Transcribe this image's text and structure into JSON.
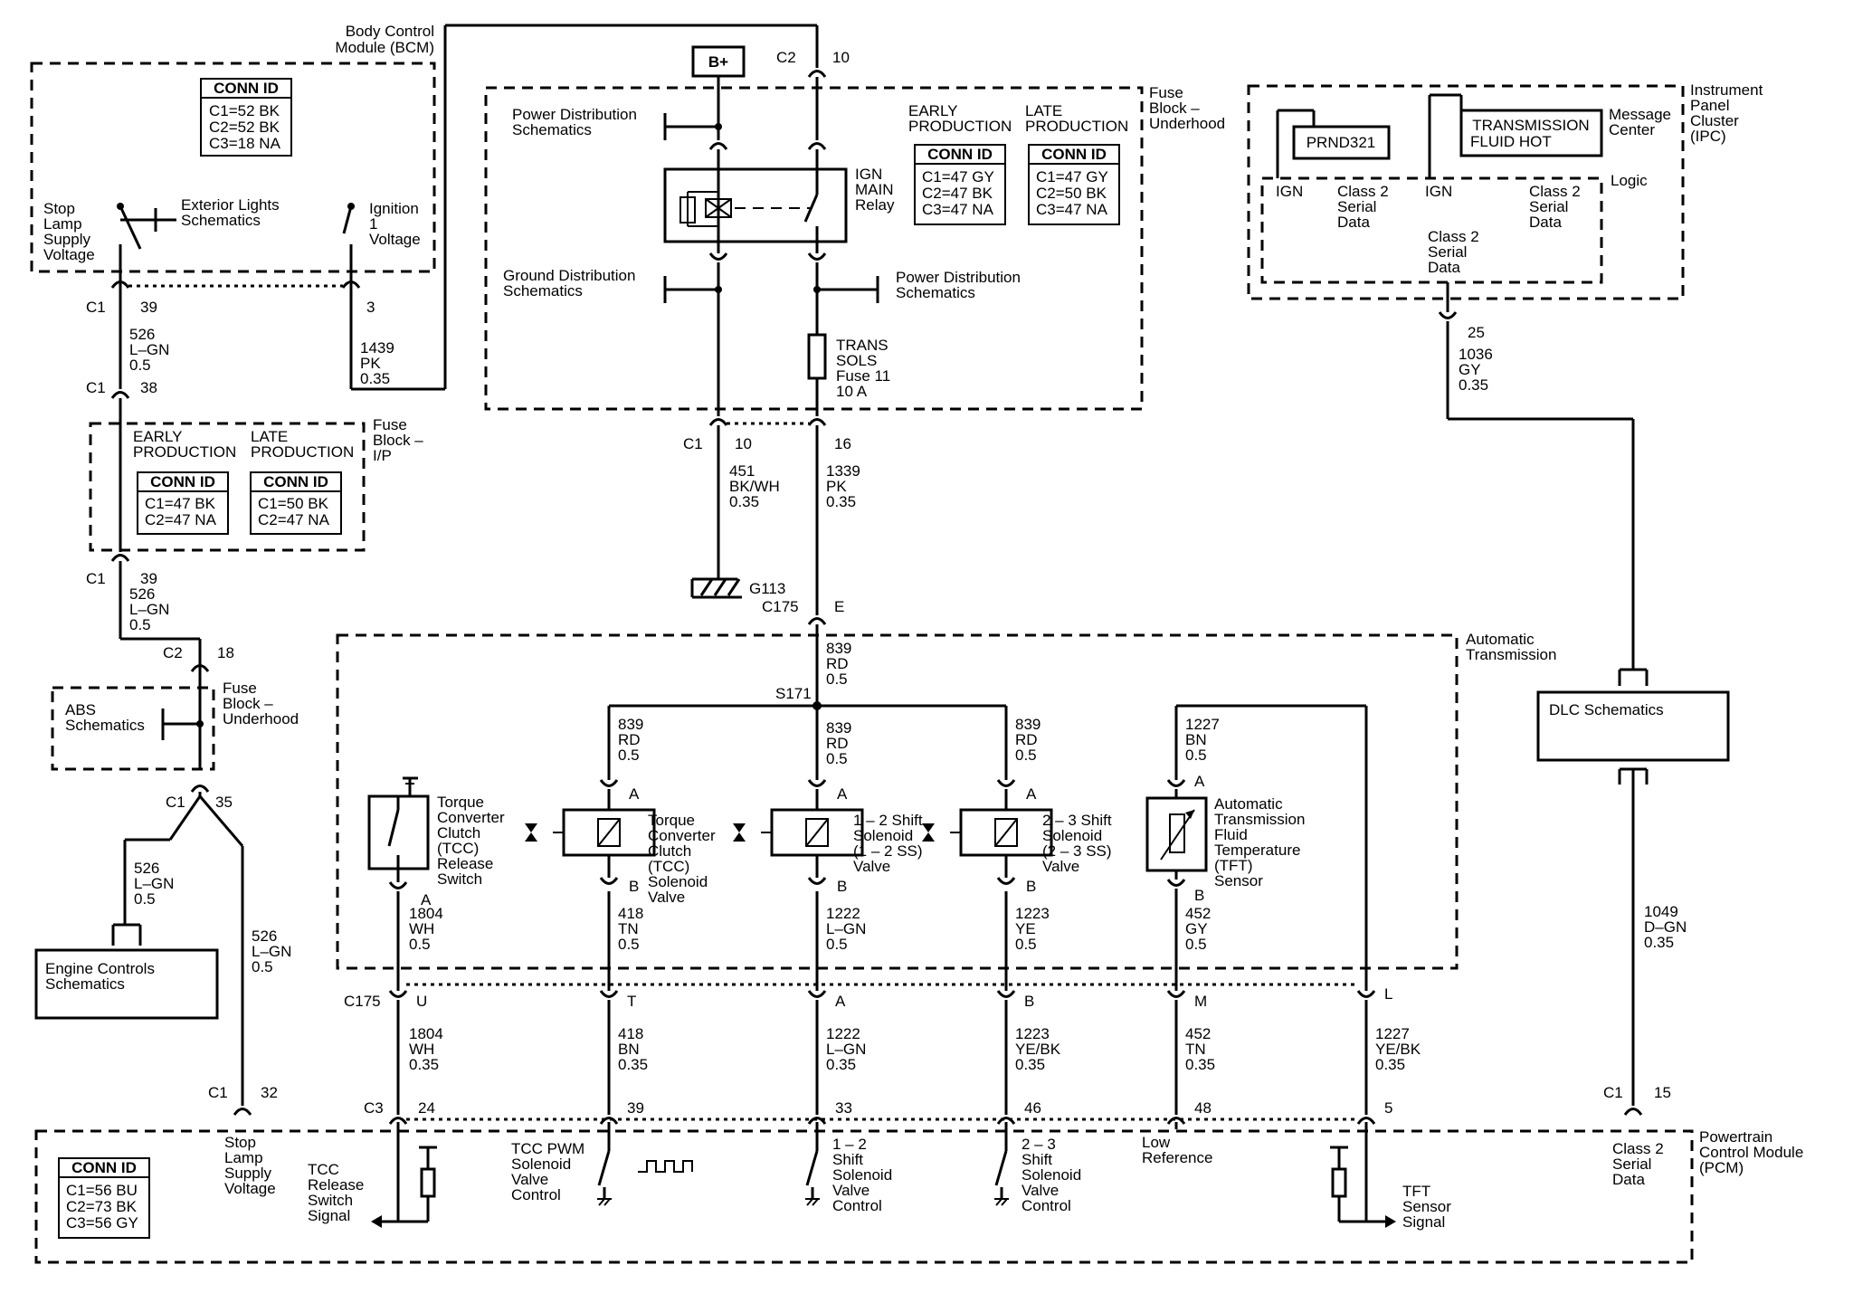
{
  "bcm": {
    "title": [
      "Body Control",
      "Module (BCM)"
    ],
    "conn_header": "CONN ID",
    "conn_lines": [
      "C1=52 BK",
      "C2=52 BK",
      "C3=18 NA"
    ],
    "stop_lamp": [
      "Stop",
      "Lamp",
      "Supply",
      "Voltage"
    ],
    "exterior": [
      "Exterior Lights",
      "Schematics"
    ],
    "ignition": [
      "Ignition",
      "1",
      "Voltage"
    ]
  },
  "left_wires": {
    "c1": "C1",
    "pin39": "39",
    "wire526": [
      "526",
      "L–GN",
      "0.5"
    ],
    "c1b": "C1",
    "pin38": "38",
    "pin3": "3",
    "wire1439": [
      "1439",
      "PK",
      "0.35"
    ],
    "c1c": "C1",
    "pin39b": "39",
    "wire526b": [
      "526",
      "L–GN",
      "0.5"
    ],
    "c2": "C2",
    "pin18": "18",
    "c1d": "C1",
    "pin35": "35",
    "wire526c": [
      "526",
      "L–GN",
      "0.5"
    ],
    "wire526d": [
      "526",
      "L–GN",
      "0.5"
    ]
  },
  "fuse_ip": {
    "title": [
      "Fuse",
      "Block –",
      "I/P"
    ],
    "early": [
      "EARLY",
      "PRODUCTION"
    ],
    "late": [
      "LATE",
      "PRODUCTION"
    ],
    "conn_header": "CONN ID",
    "early_lines": [
      "C1=47 BK",
      "C2=47 NA"
    ],
    "late_lines": [
      "C1=50 BK",
      "C2=47 NA"
    ]
  },
  "fuse_under_left": {
    "title": [
      "Fuse",
      "Block –",
      "Underhood"
    ],
    "abs": [
      "ABS",
      "Schematics"
    ]
  },
  "engine_controls": [
    "Engine Controls",
    "Schematics"
  ],
  "fuse_under": {
    "title": [
      "Fuse",
      "Block –",
      "Underhood"
    ],
    "bplus": "B+",
    "c2": "C2",
    "pin10": "10",
    "power_dist": [
      "Power Distribution",
      "Schematics"
    ],
    "ground_dist": [
      "Ground Distribution",
      "Schematics"
    ],
    "power_dist2": [
      "Power Distribution",
      "Schematics"
    ],
    "relay": [
      "IGN",
      "MAIN",
      "Relay"
    ],
    "early": [
      "EARLY",
      "PRODUCTION"
    ],
    "late": [
      "LATE",
      "PRODUCTION"
    ],
    "conn_header": "CONN ID",
    "early_lines": [
      "C1=47 GY",
      "C2=47 BK",
      "C3=47 NA"
    ],
    "late_lines": [
      "C1=47 GY",
      "C2=50 BK",
      "C3=47 NA"
    ],
    "fuse": [
      "TRANS",
      "SOLS",
      "Fuse 11",
      "10 A"
    ],
    "c1": "C1",
    "pin10b": "10",
    "pin16": "16"
  },
  "mid_wires": {
    "wire451": [
      "451",
      "BK/WH",
      "0.35"
    ],
    "wire1339": [
      "1339",
      "PK",
      "0.35"
    ],
    "g113": "G113",
    "c175": "C175",
    "pinE": "E",
    "wire839": [
      "839",
      "RD",
      "0.5"
    ],
    "s171": "S171"
  },
  "ipc": {
    "title": [
      "Instrument",
      "Panel",
      "Cluster",
      "(IPC)"
    ],
    "prnd": "PRND321",
    "tfh": [
      "TRANSMISSION",
      "FLUID HOT"
    ],
    "msg": [
      "Message",
      "Center"
    ],
    "logic": "Logic",
    "ign1": "IGN",
    "ign2": "IGN",
    "class2a": [
      "Class 2",
      "Serial",
      "Data"
    ],
    "class2b": [
      "Class 2",
      "Serial",
      "Data"
    ],
    "class2c": [
      "Class 2",
      "Serial",
      "Data"
    ],
    "pin25": "25",
    "wire1036": [
      "1036",
      "GY",
      "0.35"
    ]
  },
  "dlc": "DLC Schematics",
  "wire1049": [
    "1049",
    "D–GN",
    "0.35"
  ],
  "auto_trans": {
    "title": [
      "Automatic",
      "Transmission"
    ],
    "tcc_switch": [
      "Torque",
      "Converter",
      "Clutch",
      "(TCC)",
      "Release",
      "Switch"
    ],
    "tcc_valve": [
      "Torque",
      "Converter",
      "Clutch",
      "(TCC)",
      "Solenoid",
      "Valve"
    ],
    "ss12": [
      "1 – 2 Shift",
      "Solenoid",
      "(1 – 2 SS)",
      "Valve"
    ],
    "ss23": [
      "2 – 3 Shift",
      "Solenoid",
      "(2 – 3 SS)",
      "Valve"
    ],
    "tft": [
      "Automatic",
      "Transmission",
      "Fluid",
      "Temperature",
      "(TFT)",
      "Sensor"
    ],
    "w839a": [
      "839",
      "RD",
      "0.5"
    ],
    "w839b": [
      "839",
      "RD",
      "0.5"
    ],
    "w839c": [
      "839",
      "RD",
      "0.5"
    ],
    "w1227": [
      "1227",
      "BN",
      "0.5"
    ],
    "pinA": "A",
    "pinB": "B",
    "w1804": [
      "1804",
      "WH",
      "0.5"
    ],
    "w418": [
      "418",
      "TN",
      "0.5"
    ],
    "w1222": [
      "1222",
      "L–GN",
      "0.5"
    ],
    "w1223": [
      "1223",
      "YE",
      "0.5"
    ],
    "w452": [
      "452",
      "GY",
      "0.5"
    ]
  },
  "c175_row": {
    "label": "C175",
    "pins": [
      "U",
      "T",
      "A",
      "B",
      "M",
      "L"
    ],
    "w1804": [
      "1804",
      "WH",
      "0.35"
    ],
    "w418": [
      "418",
      "BN",
      "0.35"
    ],
    "w1222": [
      "1222",
      "L–GN",
      "0.35"
    ],
    "w1223": [
      "1223",
      "YE/BK",
      "0.35"
    ],
    "w452": [
      "452",
      "TN",
      "0.35"
    ],
    "w1227": [
      "1227",
      "YE/BK",
      "0.35"
    ]
  },
  "pcm": {
    "title": [
      "Powertrain",
      "Control Module",
      "(PCM)"
    ],
    "conn_header": "CONN ID",
    "conn_lines": [
      "C1=56 BU",
      "C2=73 BK",
      "C3=56 GY"
    ],
    "c1": "C1",
    "pin32": "32",
    "c3": "C3",
    "pins": [
      "24",
      "39",
      "33",
      "46",
      "48",
      "5"
    ],
    "c1b": "C1",
    "pin15": "15",
    "stop": [
      "Stop",
      "Lamp",
      "Supply",
      "Voltage"
    ],
    "tcc_release": [
      "TCC",
      "Release",
      "Switch",
      "Signal"
    ],
    "tcc_pwm": [
      "TCC PWM",
      "Solenoid",
      "Valve",
      "Control"
    ],
    "ss12": [
      "1 – 2",
      "Shift",
      "Solenoid",
      "Valve",
      "Control"
    ],
    "ss23": [
      "2 – 3",
      "Shift",
      "Solenoid",
      "Valve",
      "Control"
    ],
    "low_ref": [
      "Low",
      "Reference"
    ],
    "tft_signal": [
      "TFT",
      "Sensor",
      "Signal"
    ],
    "class2": [
      "Class 2",
      "Serial",
      "Data"
    ]
  }
}
